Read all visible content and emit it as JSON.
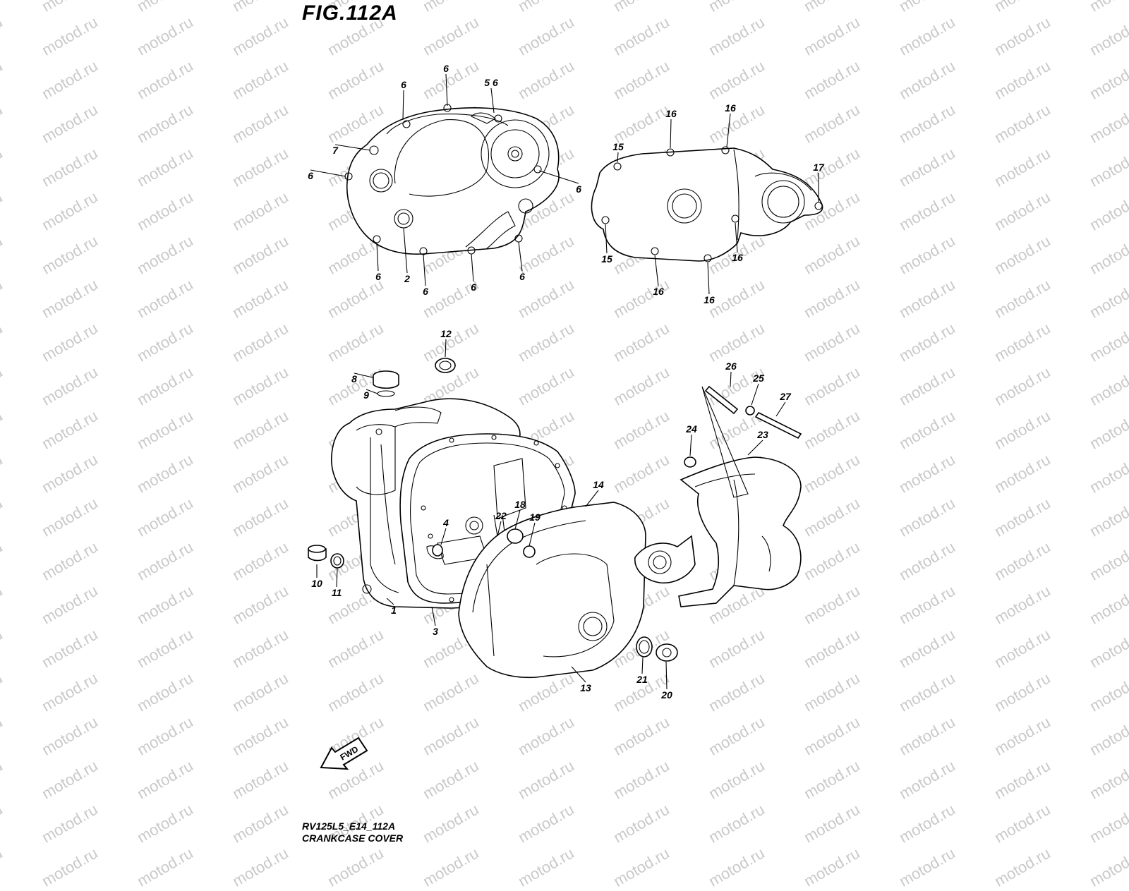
{
  "figure_title": "FIG.112A",
  "footer": {
    "code": "RV125L5_E14_112A",
    "name": "CRANKCASE COVER"
  },
  "watermark": "motod.ru",
  "direction_arrow": "FWD",
  "callouts": [
    {
      "id": "c6a",
      "text": "6"
    },
    {
      "id": "c6b",
      "text": "6"
    },
    {
      "id": "c56",
      "text": "5 6"
    },
    {
      "id": "c7",
      "text": "7"
    },
    {
      "id": "c6c",
      "text": "6"
    },
    {
      "id": "c6d",
      "text": "6"
    },
    {
      "id": "c6e",
      "text": "6"
    },
    {
      "id": "c2",
      "text": "2"
    },
    {
      "id": "c6f",
      "text": "6"
    },
    {
      "id": "c6g",
      "text": "6"
    },
    {
      "id": "c6h",
      "text": "6"
    },
    {
      "id": "c16a",
      "text": "16"
    },
    {
      "id": "c16b",
      "text": "16"
    },
    {
      "id": "c15a",
      "text": "15"
    },
    {
      "id": "c17",
      "text": "17"
    },
    {
      "id": "c15b",
      "text": "15"
    },
    {
      "id": "c16c",
      "text": "16"
    },
    {
      "id": "c16d",
      "text": "16"
    },
    {
      "id": "c16e",
      "text": "16"
    },
    {
      "id": "c12",
      "text": "12"
    },
    {
      "id": "c8",
      "text": "8"
    },
    {
      "id": "c9",
      "text": "9"
    },
    {
      "id": "c26",
      "text": "26"
    },
    {
      "id": "c25",
      "text": "25"
    },
    {
      "id": "c27",
      "text": "27"
    },
    {
      "id": "c24",
      "text": "24"
    },
    {
      "id": "c23",
      "text": "23"
    },
    {
      "id": "c14",
      "text": "14"
    },
    {
      "id": "c18",
      "text": "18"
    },
    {
      "id": "c22",
      "text": "22"
    },
    {
      "id": "c19",
      "text": "19"
    },
    {
      "id": "c4",
      "text": "4"
    },
    {
      "id": "c10",
      "text": "10"
    },
    {
      "id": "c11",
      "text": "11"
    },
    {
      "id": "c1",
      "text": "1"
    },
    {
      "id": "c3",
      "text": "3"
    },
    {
      "id": "c13",
      "text": "13"
    },
    {
      "id": "c21",
      "text": "21"
    },
    {
      "id": "c20",
      "text": "20"
    }
  ]
}
